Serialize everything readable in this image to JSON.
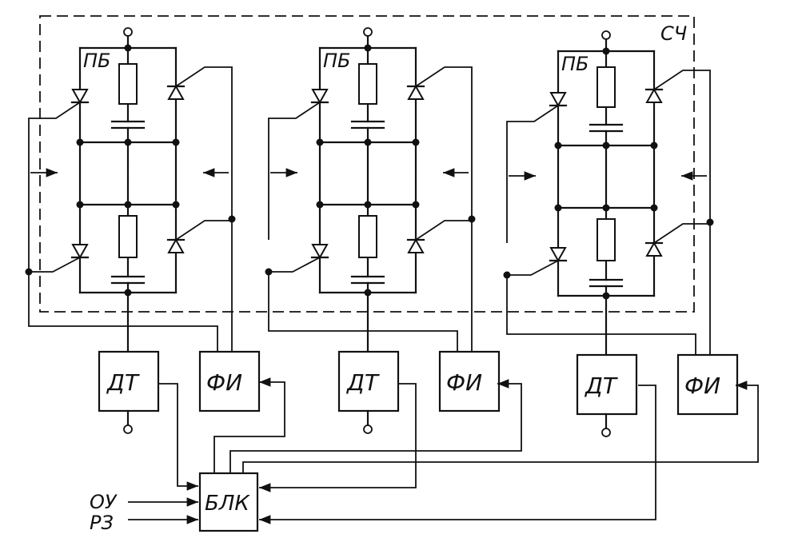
{
  "diagram": {
    "frame_label": "СЧ",
    "bridge_label": "ПБ",
    "cells": [
      {
        "bridge_label": "ПБ",
        "dt_label": "ДТ",
        "fi_label": "ФИ"
      },
      {
        "bridge_label": "ПБ",
        "dt_label": "ДТ",
        "fi_label": "ФИ"
      },
      {
        "bridge_label": "ПБ",
        "dt_label": "ДТ",
        "fi_label": "ФИ"
      }
    ],
    "controller_label": "БЛК",
    "inputs": [
      "ОУ",
      "РЗ"
    ]
  }
}
